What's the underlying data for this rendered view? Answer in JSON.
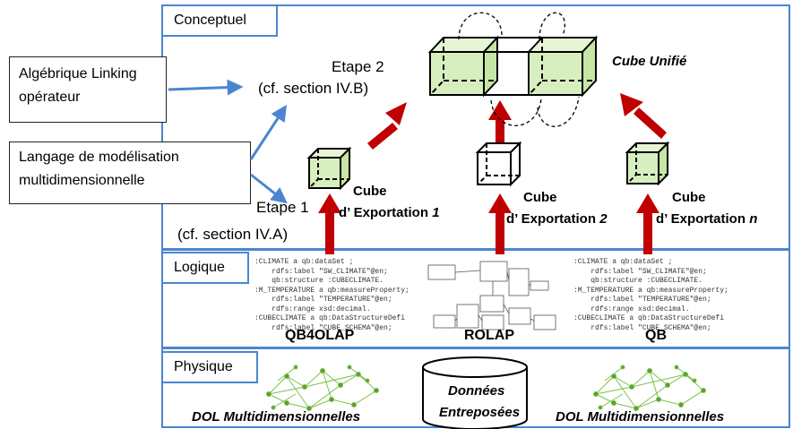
{
  "layers": {
    "conceptuel": "Conceptuel",
    "logique": "Logique",
    "physique": "Physique"
  },
  "inputs": {
    "algebraic": "Algébrique Linking opérateur",
    "langage": "Langage de modélisation multidimensionnelle"
  },
  "steps": {
    "etape2_title": "Etape 2",
    "etape2_ref": "(cf. section IV.B)",
    "etape1_title": "Etape 1",
    "etape1_ref": "(cf. section IV.A)"
  },
  "cubes": {
    "unified": "Cube Unifié",
    "export1_a": "Cube",
    "export1_b": "d’ Exportation",
    "export1_n": "1",
    "export2_a": "Cube",
    "export2_b": "d’ Exportation",
    "export2_n": "2",
    "exportn_a": "Cube",
    "exportn_b": "d’ Exportation",
    "exportn_n": "n"
  },
  "logical_models": {
    "qb4olap": "QB4OLAP",
    "rolap": "ROLAP",
    "qb": "QB"
  },
  "physical": {
    "dol_left": "DOL Multidimensionnelles",
    "store_a": "Données",
    "store_b": "Entreposées",
    "dol_right": "DOL Multidimensionnelles"
  },
  "code_left": ":CLIMATE a qb:dataSet ;\n    rdfs:label \"SW_CLIMATE\"@en;\n    qb:structure :CUBECLIMATE.\n:M_TEMPERATURE a qb:measureProperty;\n    rdfs:label \"TEMPERATURE\"@en;\n    rdfs:range xsd:decimal.\n:CUBECLIMATE a qb:DataStructureDefi\n    rdfs:label \"CUBE_SCHEMA\"@en;",
  "code_right": ":CLIMATE a qb:dataSet ;\n    rdfs:label \"SW_CLIMATE\"@en;\n    qb:structure :CUBECLIMATE.\n:M_TEMPERATURE a qb:measureProperty;\n    rdfs:label \"TEMPERATURE\"@en;\n    rdfs:range xsd:decimal.\n:CUBECLIMATE a qb:DataStructureDefi\n    rdfs:label \"CUBE SCHEMA\"@en;",
  "colors": {
    "frame": "#4a86d0",
    "arrow_red": "#c00000",
    "arrow_blue": "#4a86d0",
    "cube_green": "#d7efbf",
    "graph_green": "#7cc04a"
  }
}
